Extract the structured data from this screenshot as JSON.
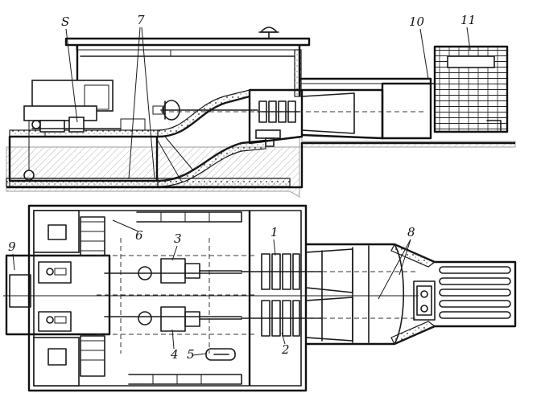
{
  "callouts": {
    "c1": "1",
    "c2": "2",
    "c3": "3",
    "c4": "4",
    "c5": "5",
    "c6": "6",
    "c7": "7",
    "c8": "8",
    "c9": "9",
    "c10": "10",
    "c11": "11",
    "c_s": "S"
  }
}
